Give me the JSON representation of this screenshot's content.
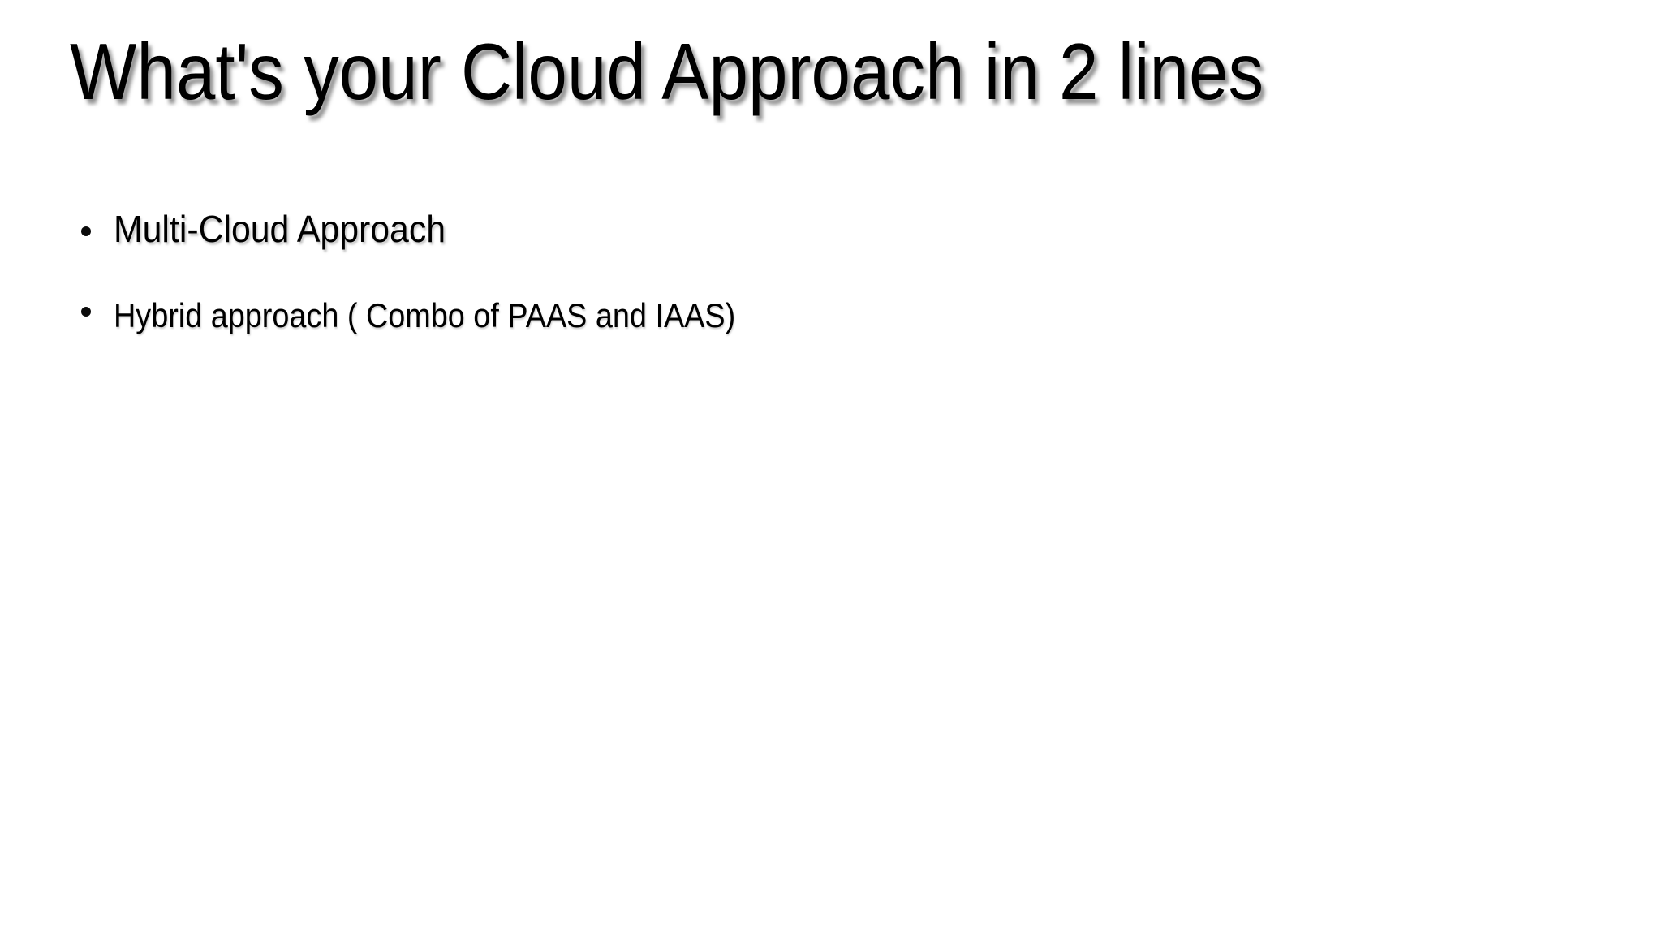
{
  "slide": {
    "title": "What's your Cloud Approach in 2 lines",
    "bullets": [
      {
        "text": "Multi-Cloud Approach"
      },
      {
        "text": "Hybrid approach ( Combo of PAAS and IAAS)"
      }
    ]
  },
  "colors": {
    "background": "#ffffff",
    "text": "#000000",
    "title_shadow": "#6e6e6e"
  }
}
